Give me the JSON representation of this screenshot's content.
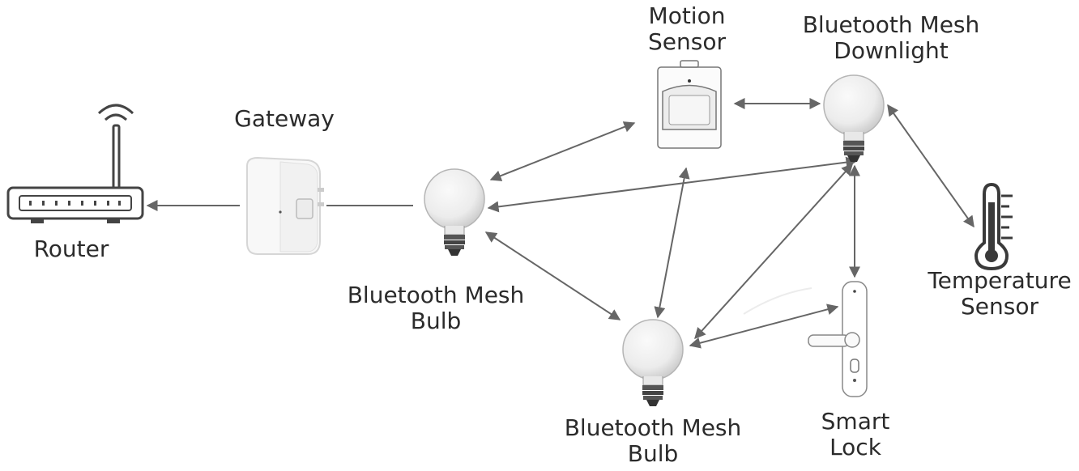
{
  "nodes": {
    "router": {
      "label": "Router"
    },
    "gateway": {
      "label": "Gateway"
    },
    "motion_sensor": {
      "line1": "Motion",
      "line2": "Sensor"
    },
    "downlight": {
      "line1": "Bluetooth Mesh",
      "line2": "Downlight"
    },
    "bulb_left": {
      "line1": "Bluetooth Mesh",
      "line2": "Bulb"
    },
    "bulb_bottom": {
      "line1": "Bluetooth Mesh",
      "line2": "Bulb"
    },
    "temperature_sensor": {
      "line1": "Temperature",
      "line2": "Sensor"
    },
    "smart_lock": {
      "line1": "Smart",
      "line2": "Lock"
    }
  },
  "icons": {
    "router": "router-icon",
    "gateway": "gateway-icon",
    "motion_sensor": "motion-sensor-icon",
    "bulb": "light-bulb-icon",
    "thermometer": "thermometer-icon",
    "lock": "smart-lock-icon"
  },
  "colors": {
    "line": "#666666",
    "text": "#2b2b2b",
    "device_outline": "#555555"
  }
}
